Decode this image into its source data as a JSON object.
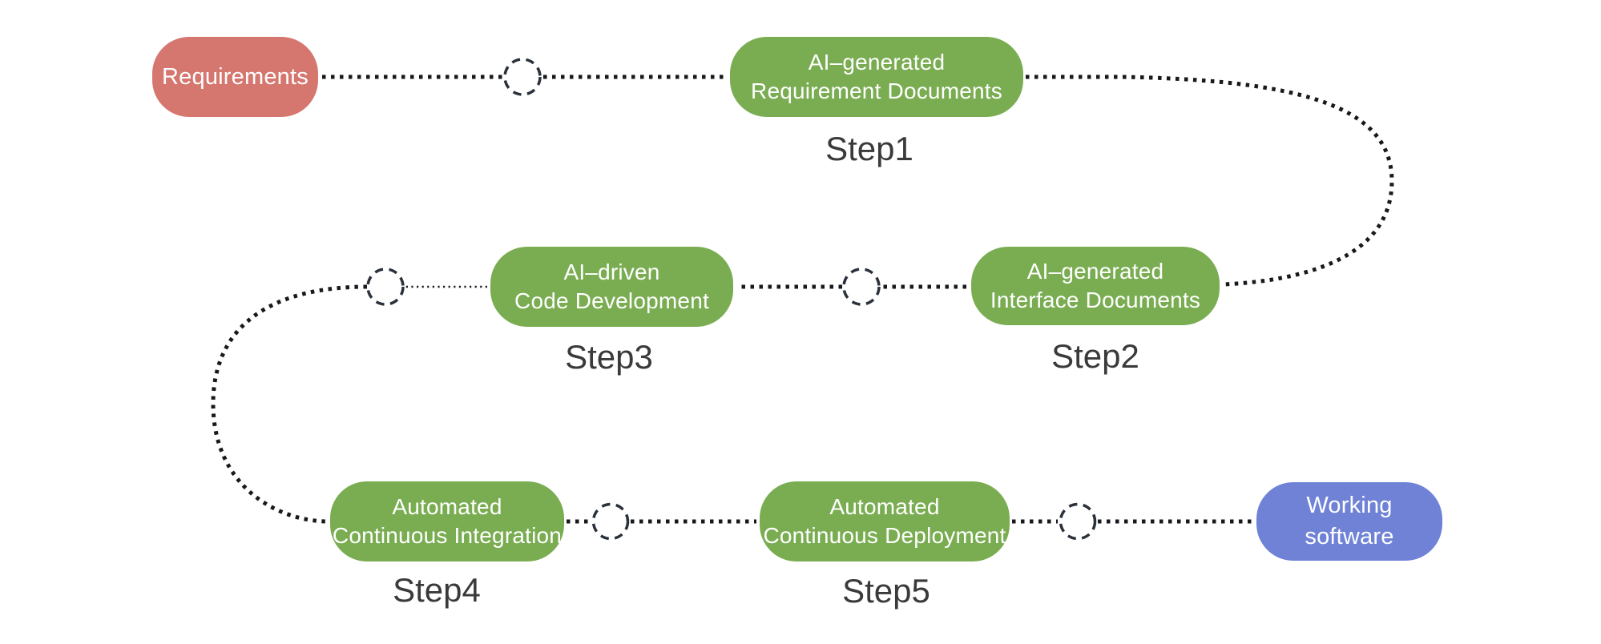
{
  "diagram": {
    "background": "#ffffff",
    "colors": {
      "input_node": "#d5766f",
      "process_node": "#7aad52",
      "output_node": "#6f82d6",
      "node_text": "#ffffff",
      "step_label": "#3a3a3c",
      "connector": "#17191c",
      "junction_circle": "#2b313b"
    },
    "nodes": {
      "requirements": {
        "label": "Requirements"
      },
      "req_docs": {
        "label": "AI–generated\nRequirement Documents",
        "step": "Step1"
      },
      "interface_docs": {
        "label": "AI–generated\nInterface Documents",
        "step": "Step2"
      },
      "code_dev": {
        "label": "AI–driven\nCode Development",
        "step": "Step3"
      },
      "ci": {
        "label": "Automated\nContinuous Integration",
        "step": "Step4"
      },
      "cd": {
        "label": "Automated\nContinuous Deployment",
        "step": "Step5"
      },
      "working_software": {
        "label": "Working\nsoftware"
      }
    }
  }
}
